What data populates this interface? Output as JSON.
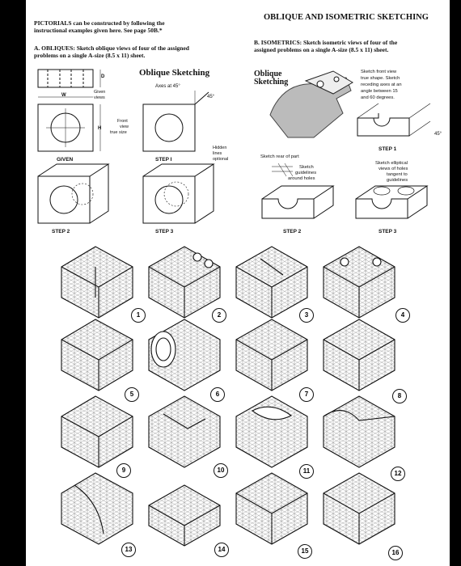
{
  "header": {
    "intro_line1": "PICTORIALS can be constructed by following the",
    "intro_line2": "instructional examples given here. See page 50B.*",
    "title": "OBLIQUE AND ISOMETRIC SKETCHING"
  },
  "section_a": {
    "line1": "A. OBLIQUES: Sketch oblique views of four of the assigned",
    "line2": "problems on a single A-size (8.5 x 11) sheet.",
    "heading": "Oblique Sketching",
    "axes_label": "Axes at 45°",
    "angle_label": "45°",
    "given_views": [
      "Given",
      "views"
    ],
    "front_view": [
      "Front",
      "view",
      "true size"
    ],
    "hidden_lines": [
      "Hidden",
      "lines",
      "optional"
    ],
    "dim_d": "D",
    "dim_w": "W",
    "dim_h": "H",
    "label_given": "GIVEN",
    "label_step1": "STEP I",
    "label_step2": "STEP 2",
    "label_step3": "STEP 3"
  },
  "section_b": {
    "line1": "B. ISOMETRICS: Sketch isometric views of four of the",
    "line2": "assigned problems on a single A-size (8.5 x 11) sheet.",
    "oblique_heading": [
      "Oblique",
      "Sketching"
    ],
    "front_note": [
      "Sketch front view",
      "true shape. Sketch",
      "receding axes at an",
      "angle between 15",
      "and 60 degrees."
    ],
    "angle_label": "45°",
    "label_step1": "STEP 1",
    "rear_note": "Sketch rear of part",
    "guidelines_note": [
      "Sketch",
      "guidelines",
      "around holes"
    ],
    "elliptical_note": [
      "Sketch elliptical",
      "views of holes",
      "tangent to",
      "guidelines"
    ],
    "label_step2": "STEP 2",
    "label_step3": "STEP 3"
  },
  "problems": [
    "1",
    "2",
    "3",
    "4",
    "5",
    "6",
    "7",
    "8",
    "9",
    "10",
    "11",
    "12",
    "13",
    "14",
    "15",
    "16"
  ]
}
